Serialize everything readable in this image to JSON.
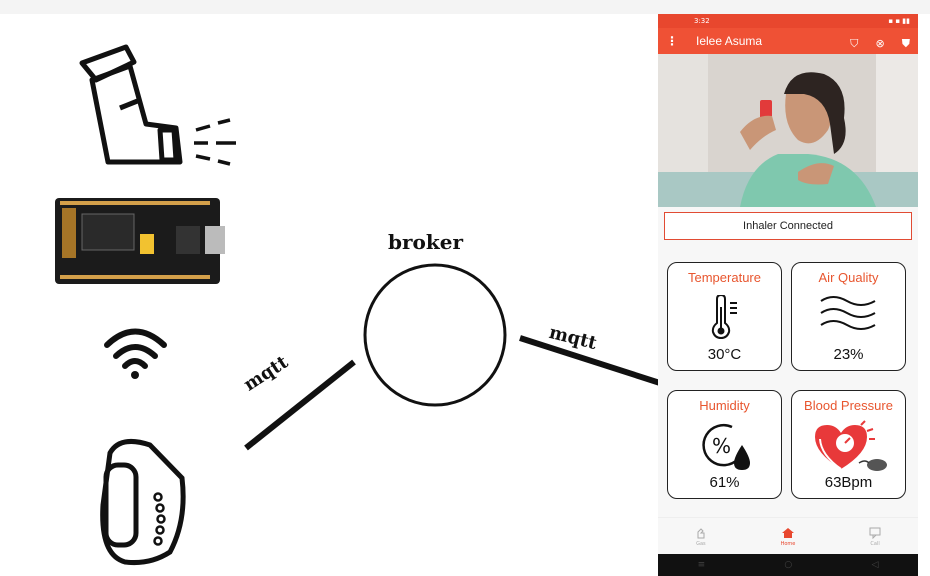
{
  "diagram": {
    "broker_label": "broker",
    "mqtt_left_label": "mqtt",
    "mqtt_right_label": "mqtt"
  },
  "phone": {
    "status_time": "3:32",
    "app_title": "Ielee Asuma",
    "connection_status": "Inhaler Connected",
    "cards": [
      {
        "title": "Temperature",
        "value": "30°C",
        "icon": "thermometer-icon"
      },
      {
        "title": "Air Quality",
        "value": "23%",
        "icon": "wind-icon"
      },
      {
        "title": "Humidity",
        "value": "61%",
        "icon": "humidity-icon"
      },
      {
        "title": "Blood Pressure",
        "value": "63Bpm",
        "icon": "heart-gauge-icon"
      }
    ],
    "nav": [
      "Gas",
      "Home",
      "Call"
    ],
    "accent": "#ef5135"
  }
}
